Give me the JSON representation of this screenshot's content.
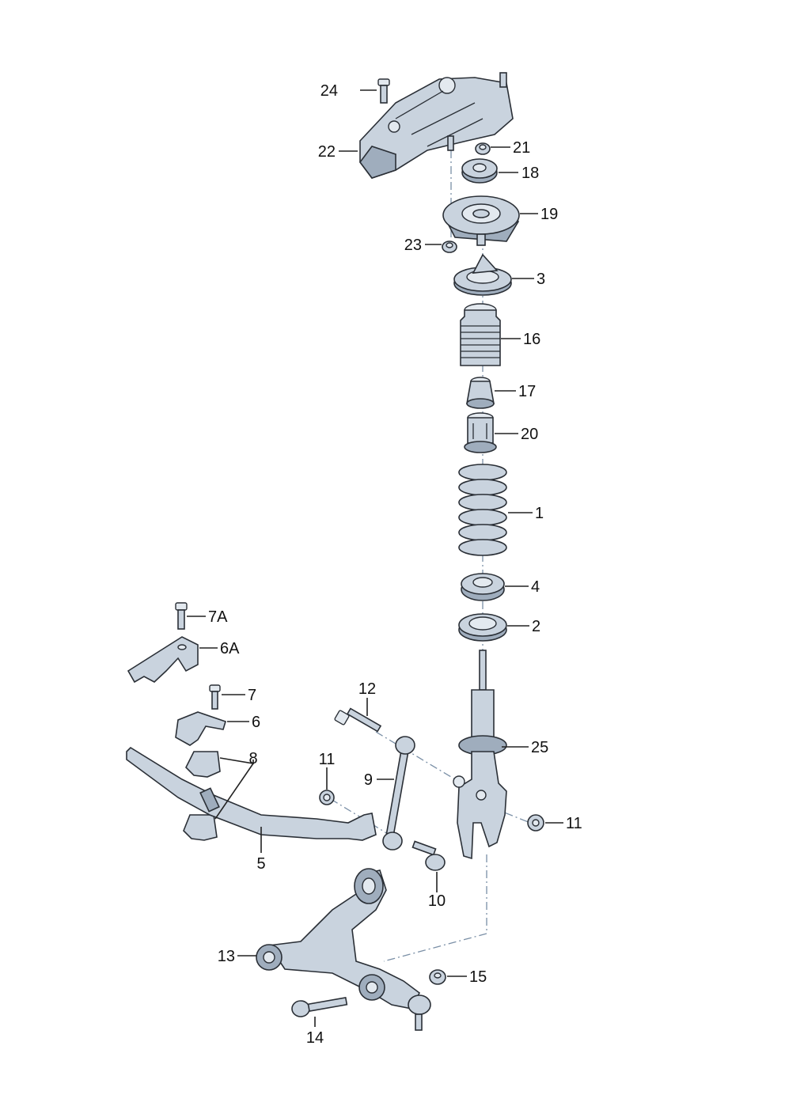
{
  "diagram": {
    "callouts": {
      "c1": "1",
      "c2": "2",
      "c3": "3",
      "c4": "4",
      "c5": "5",
      "c6": "6",
      "c6a": "6A",
      "c7": "7",
      "c7a": "7A",
      "c8": "8",
      "c9": "9",
      "c10": "10",
      "c11a": "11",
      "c11b": "11",
      "c12": "12",
      "c13": "13",
      "c14": "14",
      "c15": "15",
      "c16": "16",
      "c17": "17",
      "c18": "18",
      "c19": "19",
      "c20": "20",
      "c21": "21",
      "c22": "22",
      "c23": "23",
      "c24": "24",
      "c25": "25"
    },
    "colors": {
      "part_fill": "#c9d3de",
      "part_shade": "#9fadbd",
      "outline": "#2a2f36",
      "axis_line": "#7a8fa6"
    }
  }
}
